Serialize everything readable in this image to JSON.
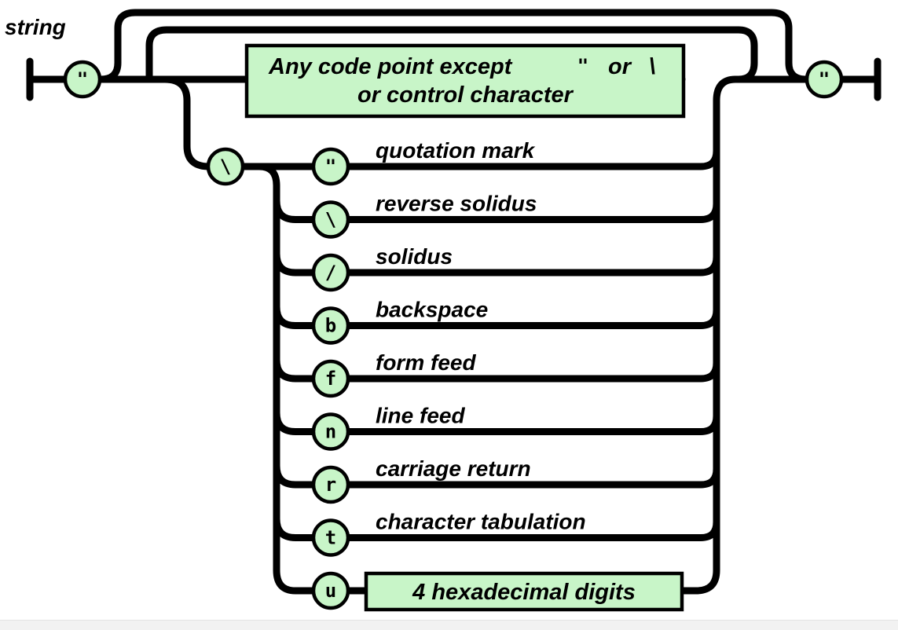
{
  "title": "string",
  "quote_terminal": "\"",
  "backslash_terminal": "\\",
  "any_code_point": {
    "line1": "Any code point except",
    "quote": "\"",
    "or": "or",
    "backslash": "\\",
    "line2": "or control character"
  },
  "escapes": [
    {
      "char": "\"",
      "label": "quotation mark"
    },
    {
      "char": "\\",
      "label": "reverse solidus"
    },
    {
      "char": "/",
      "label": "solidus"
    },
    {
      "char": "b",
      "label": "backspace"
    },
    {
      "char": "f",
      "label": "form feed"
    },
    {
      "char": "n",
      "label": "line feed"
    },
    {
      "char": "r",
      "label": "carriage return"
    },
    {
      "char": "t",
      "label": "character tabulation"
    }
  ],
  "unicode_escape": {
    "char": "u",
    "box": "4 hexadecimal digits"
  },
  "colors": {
    "node_fill": "#c8f5c8",
    "stroke": "#000000"
  }
}
